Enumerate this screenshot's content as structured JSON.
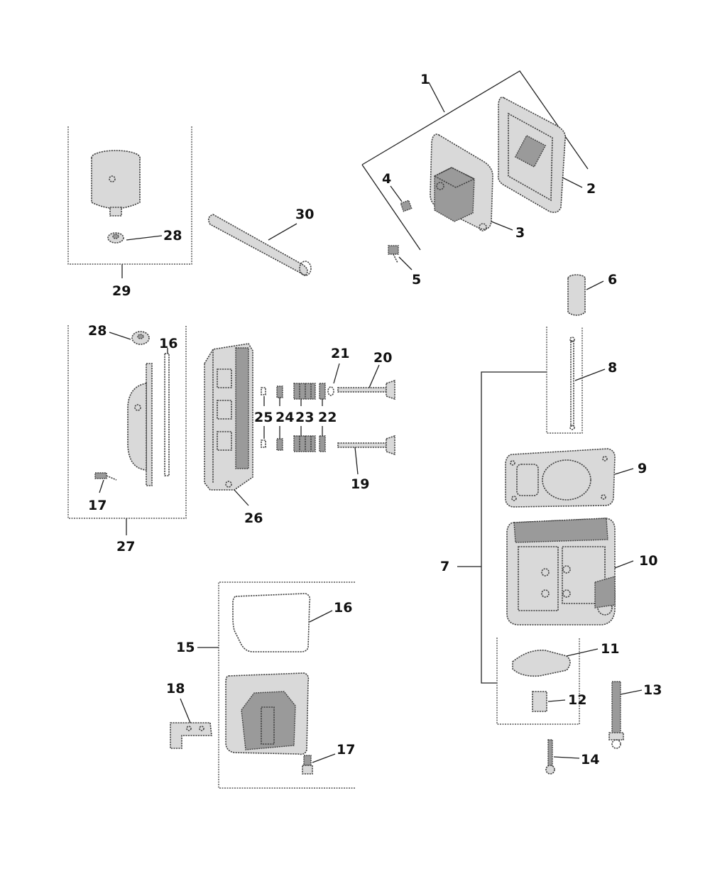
{
  "callouts": {
    "c1": "1",
    "c2": "2",
    "c3": "3",
    "c4": "4",
    "c5": "5",
    "c6": "6",
    "c7": "7",
    "c8": "8",
    "c9": "9",
    "c10": "10",
    "c11": "11",
    "c12": "12",
    "c13": "13",
    "c14": "14",
    "c15": "15",
    "c16a": "16",
    "c16b": "16",
    "c17a": "17",
    "c17b": "17",
    "c18": "18",
    "c19": "19",
    "c20": "20",
    "c21": "21",
    "c22": "22",
    "c23": "23",
    "c24": "24",
    "c25": "25",
    "c26": "26",
    "c27": "27",
    "c28a": "28",
    "c28b": "28",
    "c29": "29",
    "c30": "30"
  }
}
